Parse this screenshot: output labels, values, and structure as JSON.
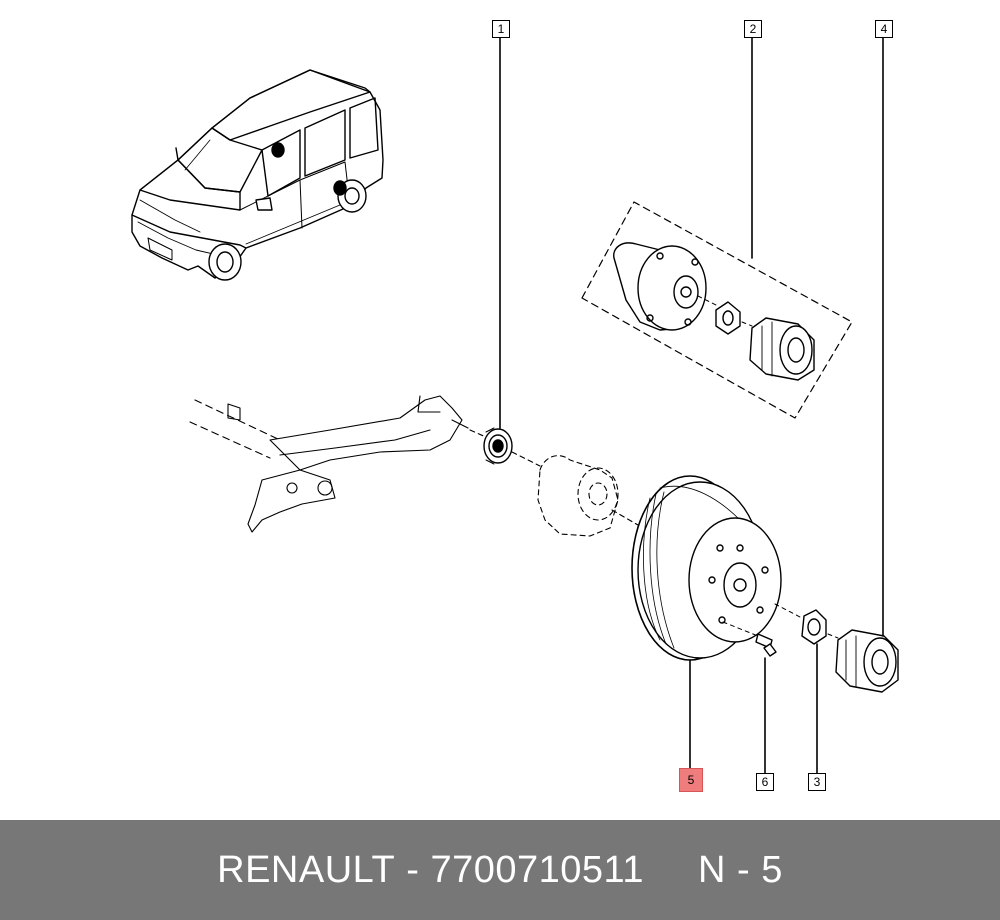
{
  "callouts": {
    "c1": "1",
    "c2": "2",
    "c3": "3",
    "c4": "4",
    "c5": "5",
    "c6": "6"
  },
  "highlight_color": "#f07d7d",
  "footer": {
    "brand": "RENAULT",
    "separator": "-",
    "part_number": "7700710511",
    "ref": "N - 5",
    "background": "#777777"
  }
}
